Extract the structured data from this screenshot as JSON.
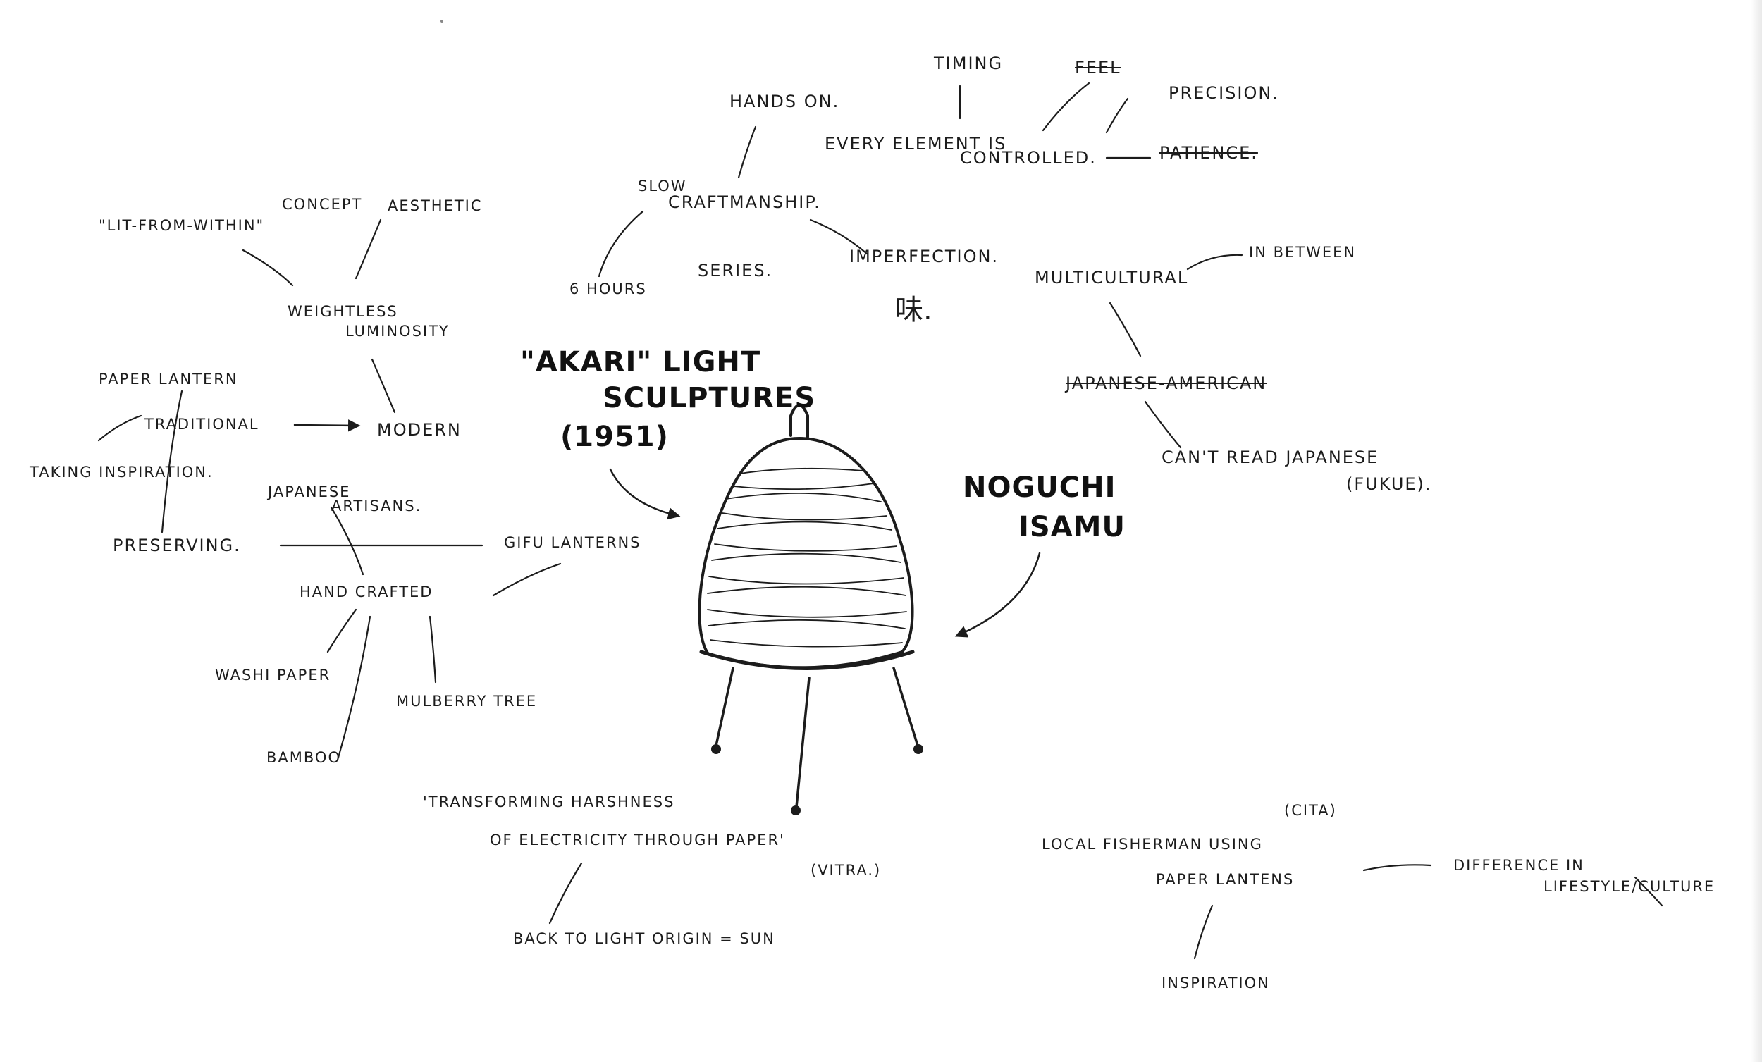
{
  "center": {
    "title_line1": "\"AKARI\" LIGHT",
    "title_line2": "SCULPTURES",
    "year": "(1951)",
    "designer_line1": "NOGUCHI",
    "designer_line2": "ISAMU"
  },
  "craftsmanship": {
    "hands_on": "HANDS ON.",
    "timing": "TIMING",
    "feel": "FEEL",
    "precision": "PRECISION.",
    "every_element_line1": "EVERY ELEMENT IS",
    "every_element_line2": "CONTROLLED.",
    "patience": "PATIENCE.",
    "slow": "SLOW",
    "craftmanship": "CRAFTMANSHIP.",
    "six_hours": "6 HOURS",
    "series": "SERIES.",
    "imperfection": "IMPERFECTION.",
    "aji": "味."
  },
  "identity": {
    "multicultural": "MULTICULTURAL",
    "in_between": "IN BETWEEN",
    "japanese_american": "JAPANESE-AMERICAN",
    "cant_read": "CAN'T READ JAPANESE",
    "fukue": "(FUKUE)."
  },
  "aesthetic": {
    "lit_from_within": "\"LIT-FROM-WITHIN\"",
    "concept": "CONCEPT",
    "aesthetic": "AESTHETIC",
    "weightless": "WEIGHTLESS",
    "luminosity": "LUMINOSITY",
    "paper_lantern": "PAPER LANTERN",
    "traditional": "TRADITIONAL",
    "modern": "MODERN",
    "taking_inspiration": "TAKING INSPIRATION.",
    "japanese": "JAPANESE",
    "artisans": "ARTISANS.",
    "preserving": "PRESERVING.",
    "gifu_lanterns": "GIFU LANTERNS",
    "hand_crafted": "HAND CRAFTED",
    "washi_paper": "WASHI PAPER",
    "mulberry_tree": "MULBERRY TREE",
    "bamboo": "BAMBOO"
  },
  "quote": {
    "line1": "'TRANSFORMING HARSHNESS",
    "line2": "OF ELECTRICITY THROUGH PAPER'",
    "source": "(VITRA.)",
    "back_to_light": "BACK TO LIGHT ORIGIN = SUN"
  },
  "fisherman": {
    "cita": "(CITA)",
    "line1": "LOCAL FISHERMAN USING",
    "line2": "PAPER LANTENS",
    "difference_line1": "DIFFERENCE IN",
    "difference_line2": "LIFESTYLE/CULTURE",
    "inspiration": "INSPIRATION"
  },
  "colors": {
    "ink": "#1c1c1c",
    "paper": "#ffffff"
  }
}
